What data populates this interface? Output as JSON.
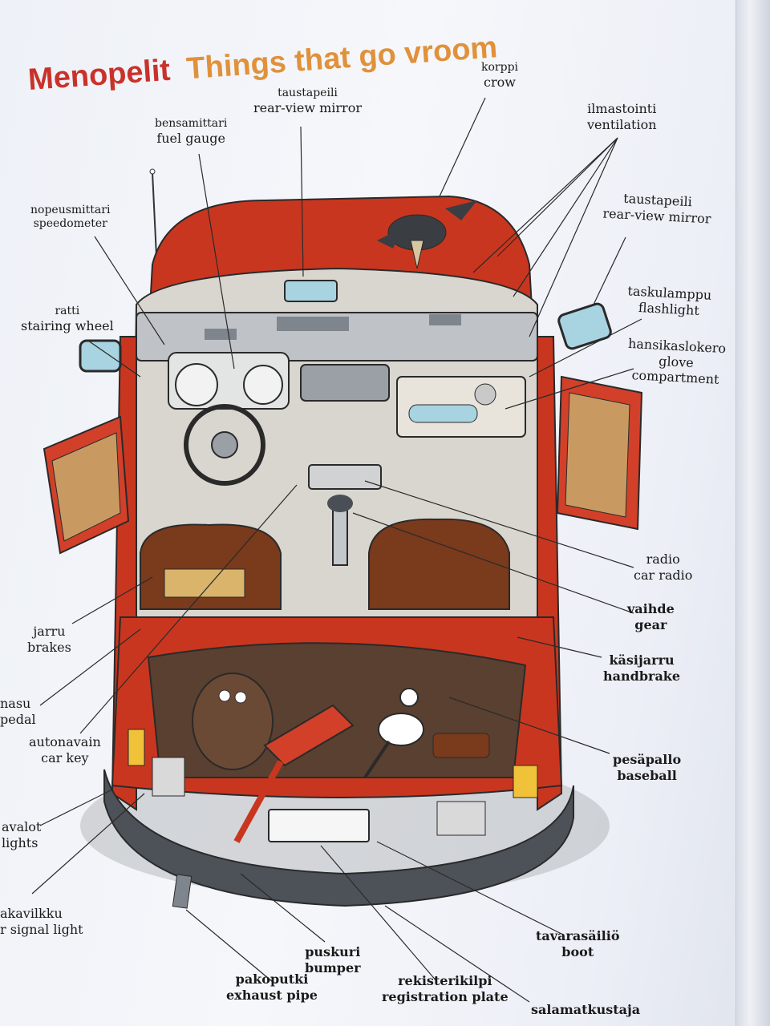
{
  "title": {
    "finnish": "Menopelit",
    "english": "Things that go vroom",
    "finnish_color": "#c8322a",
    "english_color": "#e0913a"
  },
  "labels": [
    {
      "id": "crow",
      "fi": "korppi",
      "en": "crow"
    },
    {
      "id": "ventilation",
      "fi": "ilmastointi",
      "en": "ventilation"
    },
    {
      "id": "rear-view-mirror-top",
      "fi": "taustapeili",
      "en": "rear-view mirror"
    },
    {
      "id": "fuel-gauge",
      "fi": "bensamittari",
      "en": "fuel gauge"
    },
    {
      "id": "speedometer",
      "fi": "nopeusmittari",
      "en": "speedometer"
    },
    {
      "id": "side-mirror",
      "fi": "taustapeili",
      "en": "rear-view mirror"
    },
    {
      "id": "flashlight",
      "fi": "taskulamppu",
      "en": "flashlight"
    },
    {
      "id": "steering-wheel",
      "fi": "ratti",
      "en": "stairing wheel"
    },
    {
      "id": "glove-compartment",
      "fi": "hansikaslokero",
      "en": "glove compartment",
      "en2": "compartment"
    },
    {
      "id": "car-radio",
      "fi": "radio",
      "en": "car radio"
    },
    {
      "id": "gear",
      "fi": "vaihde",
      "en": "gear"
    },
    {
      "id": "brakes",
      "fi": "jarru",
      "en": "brakes"
    },
    {
      "id": "handbrake",
      "fi": "käsijarru",
      "en": "handbrake"
    },
    {
      "id": "pedal",
      "fi": "nasu",
      "en": "pedal"
    },
    {
      "id": "car-key",
      "fi": "autonavain",
      "en": "car key"
    },
    {
      "id": "baseball",
      "fi": "pesäpallo",
      "en": "baseball"
    },
    {
      "id": "lights",
      "fi": "avalot",
      "en": "lights"
    },
    {
      "id": "turn-signal",
      "fi": "akavilkku",
      "en": "r signal light"
    },
    {
      "id": "boot",
      "fi": "tavarasäiliö",
      "en": "boot"
    },
    {
      "id": "bumper",
      "fi": "puskuri",
      "en": "bumper"
    },
    {
      "id": "exhaust-pipe",
      "fi": "pakoputki",
      "en": "exhaust pipe"
    },
    {
      "id": "registration-plate",
      "fi": "rekisterikilpi",
      "en": "registration plate"
    },
    {
      "id": "stowaway",
      "fi": "salamatkustaja",
      "en": ""
    }
  ],
  "colors": {
    "car_body": "#c9361f",
    "car_dark": "#8f1f12",
    "seat": "#7a3a1c",
    "dash": "#bfc3c8",
    "line": "#2a2a2a"
  }
}
